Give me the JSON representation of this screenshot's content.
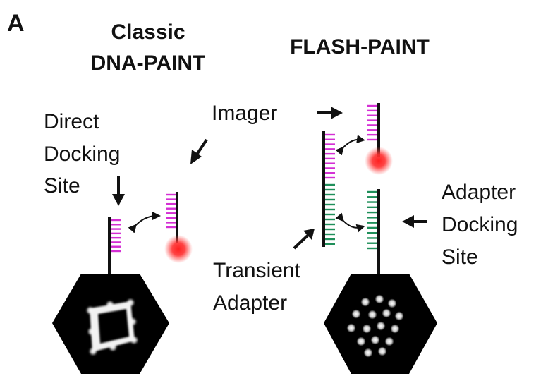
{
  "panel_label": "A",
  "columns": {
    "classic": {
      "title_line1": "Classic",
      "title_line2": "DNA-PAINT"
    },
    "flash": {
      "title": "FLASH-PAINT"
    }
  },
  "labels": {
    "direct_docking_site": [
      "Direct",
      "Docking",
      "Site"
    ],
    "imager": "Imager",
    "transient_adapter": [
      "Transient",
      "Adapter"
    ],
    "adapter_docking_site": [
      "Adapter",
      "Docking",
      "Site"
    ]
  },
  "colors": {
    "strand": "#111111",
    "imager_bases": "#d42fd4",
    "adapter_bases": "#1f8f5a",
    "dye": "#ff2a2a",
    "nanostructure": "#000000",
    "signal": "#ffffff"
  }
}
